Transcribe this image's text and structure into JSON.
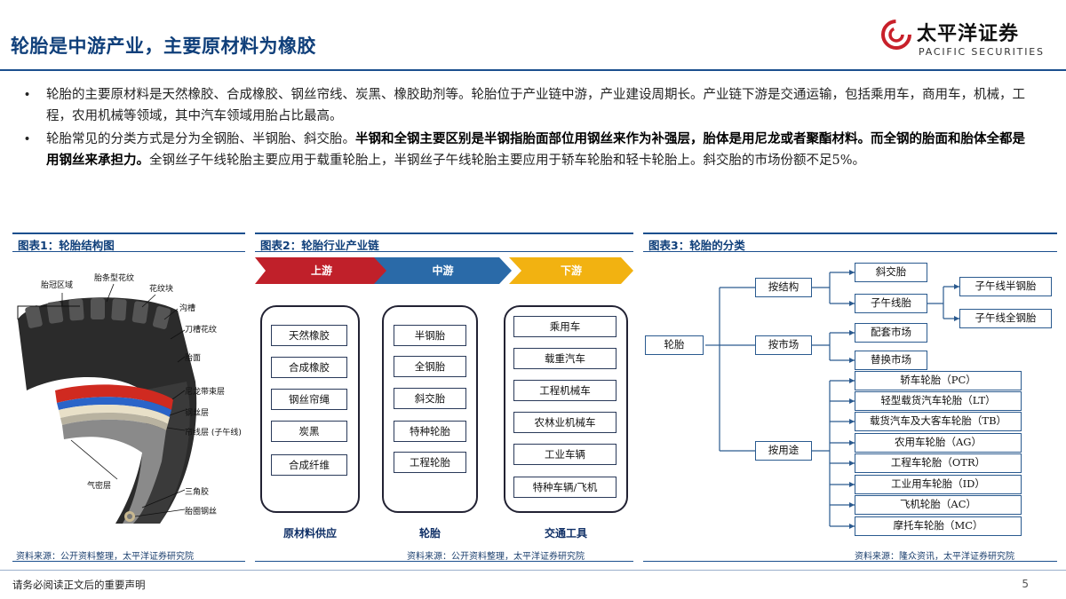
{
  "header": {
    "title": "轮胎是中游产业，主要原材料为橡胶",
    "logo_cn": "太平洋证券",
    "logo_en": "PACIFIC SECURITIES"
  },
  "bullets": [
    {
      "plain_before": "轮胎的主要原材料是天然橡胶、合成橡胶、钢丝帘线、炭黑、橡胶助剂等。轮胎位于产业链中游，产业建设周期长。产业链下游是交通运输，包括乘用车，商用车，机械，工程，农用机械等领域，其中汽车领域用胎占比最高。",
      "bold": "",
      "plain_after": ""
    },
    {
      "plain_before": "轮胎常见的分类方式是分为全钢胎、半钢胎、斜交胎。",
      "bold": "半钢和全钢主要区别是半钢指胎面部位用钢丝来作为补强层，胎体是用尼龙或者聚酯材料。而全钢的胎面和胎体全都是用钢丝来承担力。",
      "plain_after": "全钢丝子午线轮胎主要应用于载重轮胎上，半钢丝子午线轮胎主要应用于轿车轮胎和轻卡轮胎上。斜交胎的市场份额不足5%。"
    }
  ],
  "figure1": {
    "title": "图表1：轮胎结构图",
    "source": "资料来源：公开资料整理，太平洋证券研究院",
    "labels": [
      "胎冠区域",
      "胎条型花纹",
      "花纹块",
      "沟槽",
      "刀槽花纹",
      "胎面",
      "尼龙带束层",
      "钢丝层",
      "帘线层 (子午线)",
      "气密层",
      "三角胶",
      "胎圈钢丝"
    ]
  },
  "figure2": {
    "title": "图表2：轮胎行业产业链",
    "source": "资料来源：公开资料整理，太平洋证券研究院",
    "stages": [
      {
        "label": "上游",
        "color": "#c0202a",
        "footer": "原材料供应",
        "items": [
          "天然橡胶",
          "合成橡胶",
          "钢丝帘绳",
          "炭黑",
          "合成纤维"
        ]
      },
      {
        "label": "中游",
        "color": "#2a6aa8",
        "footer": "轮胎",
        "items": [
          "半钢胎",
          "全钢胎",
          "斜交胎",
          "特种轮胎",
          "工程轮胎"
        ]
      },
      {
        "label": "下游",
        "color": "#f2b211",
        "footer": "交通工具",
        "items": [
          "乘用车",
          "载重汽车",
          "工程机械车",
          "农林业机械车",
          "工业车辆",
          "特种车辆/飞机"
        ]
      }
    ]
  },
  "figure3": {
    "title": "图表3：轮胎的分类",
    "source": "资料来源：隆众资讯，太平洋证券研究院",
    "root": "轮胎",
    "structure": {
      "label": "按结构",
      "children": [
        "斜交胎",
        "子午线胎"
      ],
      "sub": [
        "子午线半钢胎",
        "子午线全钢胎"
      ]
    },
    "market": {
      "label": "按市场",
      "children": [
        "配套市场",
        "替换市场"
      ]
    },
    "usage": {
      "label": "按用途",
      "children": [
        "轿车轮胎（PC）",
        "轻型载货汽车轮胎（LT）",
        "载货汽车及大客车轮胎（TB）",
        "农用车轮胎（AG）",
        "工程车轮胎（OTR）",
        "工业用车轮胎（ID）",
        "飞机轮胎（AC）",
        "摩托车轮胎（MC）"
      ]
    }
  },
  "footer": {
    "note": "请务必阅读正文后的重要声明",
    "page": "5"
  }
}
